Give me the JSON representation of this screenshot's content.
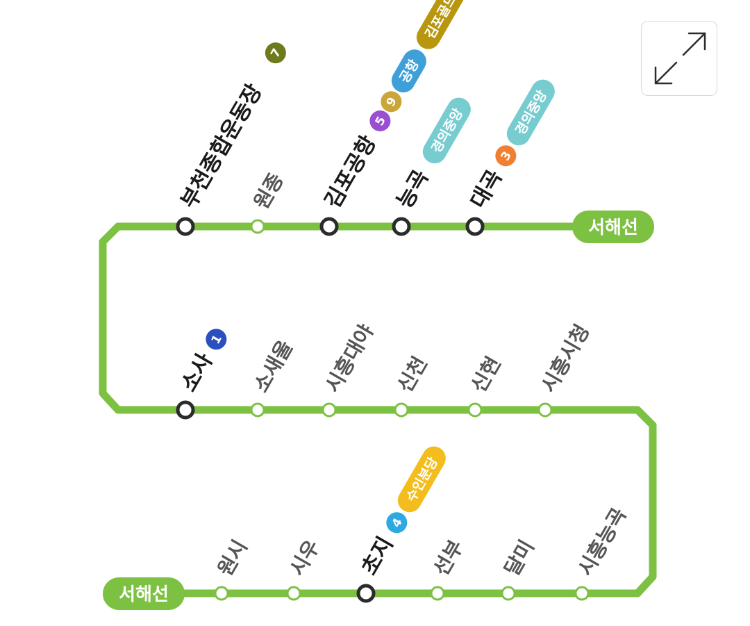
{
  "map": {
    "line": {
      "name": "서해선",
      "color": "#7cc142"
    },
    "terminal_labels": {
      "top_right": "서해선",
      "bottom_left": "서해선"
    },
    "stations": {
      "bucheon_stadium": {
        "name": "부천종합운동장",
        "transfer": true
      },
      "wonjong": {
        "name": "원종",
        "transfer": false
      },
      "gimpo_airport": {
        "name": "김포공항",
        "transfer": true
      },
      "neunggok": {
        "name": "능곡",
        "transfer": true
      },
      "daegok": {
        "name": "대곡",
        "transfer": true
      },
      "sosa": {
        "name": "소사",
        "transfer": true
      },
      "sosaeul": {
        "name": "소새울",
        "transfer": false
      },
      "siheung_daeya": {
        "name": "시흥대야",
        "transfer": false
      },
      "sincheon": {
        "name": "신천",
        "transfer": false
      },
      "sinhyeon": {
        "name": "신현",
        "transfer": false
      },
      "siheung_city_hall": {
        "name": "시흥시청",
        "transfer": false
      },
      "wonsi": {
        "name": "원시",
        "transfer": false
      },
      "siu": {
        "name": "시우",
        "transfer": false
      },
      "choji": {
        "name": "초지",
        "transfer": true
      },
      "seonbu": {
        "name": "선부",
        "transfer": false
      },
      "dalmi": {
        "name": "달미",
        "transfer": false
      },
      "siheung_neunggok": {
        "name": "시흥능곡",
        "transfer": false
      }
    },
    "transfers": {
      "line7": {
        "label": "7",
        "color": "#6f7a1c"
      },
      "line5": {
        "label": "5",
        "color": "#9a4ed1"
      },
      "line9": {
        "label": "9",
        "color": "#c9a53a"
      },
      "airport": {
        "label": "공항",
        "color": "#3f9fd9"
      },
      "gimpo_gold": {
        "label": "김포골드",
        "color": "#b8960e"
      },
      "gyeongui_1": {
        "label": "경의중앙",
        "color": "#77ccd0"
      },
      "gyeongui_2": {
        "label": "경의중앙",
        "color": "#77ccd0"
      },
      "line3": {
        "label": "3",
        "color": "#f07f32"
      },
      "line1": {
        "label": "1",
        "color": "#2a4fbf"
      },
      "line4": {
        "label": "4",
        "color": "#2ca9e1"
      },
      "suin_bundang": {
        "label": "수인분당",
        "color": "#f2bd1d"
      }
    }
  },
  "controls": {
    "expand_icon": "expand-diagonal-arrows-icon"
  }
}
